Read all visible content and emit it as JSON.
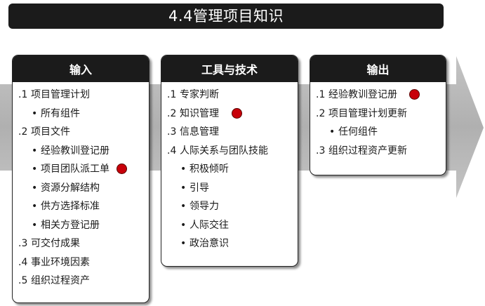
{
  "title": "4.4管理项目知识",
  "colors": {
    "dark": "#1b1b1b",
    "arrow": "#b8b8b8",
    "marker": "#c8000a"
  },
  "inputs": {
    "header": "输入",
    "items": [
      {
        "type": "num",
        "num": ".1",
        "text": "项目管理计划"
      },
      {
        "type": "sub",
        "bullet": "•",
        "text": "所有组件"
      },
      {
        "type": "num",
        "num": ".2",
        "text": "项目文件"
      },
      {
        "type": "sub",
        "bullet": "•",
        "text": "经验教训登记册"
      },
      {
        "type": "sub",
        "bullet": "•",
        "text": "项目团队派工单",
        "marked": true
      },
      {
        "type": "sub",
        "bullet": "•",
        "text": "资源分解结构"
      },
      {
        "type": "sub",
        "bullet": "•",
        "text": "供方选择标准"
      },
      {
        "type": "sub",
        "bullet": "•",
        "text": "相关方登记册"
      },
      {
        "type": "num",
        "num": ".3",
        "text": "可交付成果"
      },
      {
        "type": "num",
        "num": ".4",
        "text": "事业环境因素"
      },
      {
        "type": "num",
        "num": ".5",
        "text": "组织过程资产"
      }
    ]
  },
  "tools": {
    "header": "工具与技术",
    "items": [
      {
        "type": "num",
        "num": ".1",
        "text": "专家判断"
      },
      {
        "type": "num",
        "num": ".2",
        "text": "知识管理",
        "marked": true
      },
      {
        "type": "num",
        "num": ".3",
        "text": "信息管理"
      },
      {
        "type": "num",
        "num": ".4",
        "text": "人际关系与团队技能"
      },
      {
        "type": "sub",
        "bullet": "•",
        "text": "积极倾听"
      },
      {
        "type": "sub",
        "bullet": "•",
        "text": "引导"
      },
      {
        "type": "sub",
        "bullet": "•",
        "text": "领导力"
      },
      {
        "type": "sub",
        "bullet": "•",
        "text": "人际交往"
      },
      {
        "type": "sub",
        "bullet": "•",
        "text": "政治意识"
      }
    ]
  },
  "outputs": {
    "header": "输出",
    "items": [
      {
        "type": "num",
        "num": ".1",
        "text": "经验教训登记册",
        "marked": true
      },
      {
        "type": "num",
        "num": ".2",
        "text": "项目管理计划更新"
      },
      {
        "type": "sub",
        "bullet": "•",
        "text": "任何组件"
      },
      {
        "type": "num",
        "num": ".3",
        "text": "组织过程资产更新"
      }
    ]
  }
}
